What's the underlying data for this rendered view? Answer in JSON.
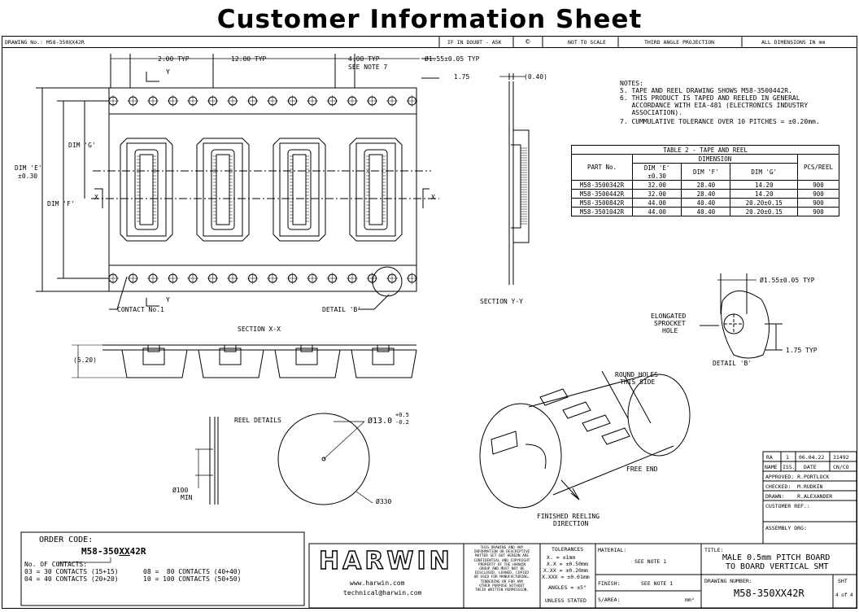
{
  "title": "Customer Information Sheet",
  "header": {
    "drawing_no": "DRAWING No.: M58-350XX42R",
    "if_in_doubt": "IF IN DOUBT - ASK",
    "copyright_symbol": "©",
    "not_to_scale": "NOT TO SCALE",
    "projection": "THIRD ANGLE PROJECTION",
    "dimensions": "ALL DIMENSIONS IN mm"
  },
  "tape_dims": {
    "pitch_2": "2.00 TYP",
    "pitch_12": "12.00 TYP",
    "pitch_4": "4.00 TYP",
    "see_note_7": "SEE NOTE 7",
    "hole_dia": "Ø1.55±0.05 TYP",
    "edge": "1.75",
    "thickness": "(0.40)",
    "dim_e": "DIM 'E'",
    "dim_e_tol": "±0.30",
    "dim_f": "DIM 'F'",
    "dim_g": "DIM 'G'",
    "y_label": "Y",
    "x_label": "X",
    "contact_no1": "CONTACT No.1",
    "detail_b_ref": "DETAIL 'B'",
    "section_xx": "SECTION X-X",
    "section_yy": "SECTION Y-Y",
    "depth": "(5.20)"
  },
  "notes": [
    "NOTES:",
    "5. TAPE AND REEL DRAWING SHOWS M58-3500442R.",
    "6. THIS PRODUCT IS TAPED AND REELED IN GENERAL",
    "   ACCORDANCE WITH EIA-481 (ELECTRONICS INDUSTRY",
    "   ASSOCIATION).",
    "7. CUMMULATIVE TOLERANCE OVER 10 PITCHES = ±0.20mm."
  ],
  "table2": {
    "title": "TABLE 2 - TAPE AND REEL",
    "part_no": "PART No.",
    "dimension": "DIMENSION",
    "dim_e": "DIM 'E'",
    "dim_e_tol": "±0.30",
    "dim_f": "DIM 'F'",
    "dim_g": "DIM 'G'",
    "pcs": "PCS/REEL",
    "rows": [
      {
        "part": "M58-3500342R",
        "e": "32.00",
        "f": "28.40",
        "g": "14.20",
        "pcs": "900"
      },
      {
        "part": "M58-3500442R",
        "e": "32.00",
        "f": "28.40",
        "g": "14.20",
        "pcs": "900"
      },
      {
        "part": "M58-3500842R",
        "e": "44.00",
        "f": "40.40",
        "g": "20.20±0.15",
        "pcs": "900"
      },
      {
        "part": "M58-3501042R",
        "e": "44.00",
        "f": "40.40",
        "g": "20.20±0.15",
        "pcs": "900"
      }
    ]
  },
  "detail_b": {
    "dia": "Ø1.55±0.05 TYP",
    "elongated": [
      "ELONGATED",
      "SPROCKET",
      "HOLE"
    ],
    "edge": "1.75 TYP",
    "label": "DETAIL 'B'"
  },
  "reel": {
    "details": "REEL DETAILS",
    "hub_dia": "Ø13.0",
    "hub_tol_plus": "+0.5",
    "hub_tol_minus": "-0.2",
    "dia100": "Ø100",
    "min": "MIN",
    "dia330": "Ø330",
    "round_holes": [
      "ROUND HOLES",
      "THIS SIDE"
    ],
    "free_end": "FREE END",
    "finished": [
      "FINISHED REELING",
      "DIRECTION"
    ]
  },
  "order_code": {
    "title": "ORDER CODE:",
    "code_prefix": "M58-350",
    "code_xx": "XX",
    "code_suffix": "42R",
    "contacts_label": "No. OF CONTACTS:",
    "opts": [
      "03 = 30 CONTACTS (15+15)",
      "04 = 40 CONTACTS (20+20)",
      "08 =  80 CONTACTS (40+40)",
      "10 = 100 CONTACTS (50+50)"
    ]
  },
  "title_block": {
    "logo": "HARWIN",
    "web": "www.harwin.com",
    "email": "technical@harwin.com",
    "disclaimer": [
      "THIS DRAWING AND ANY",
      "INFORMATION OR DESCRIPTIVE",
      "MATTER SET OUT HEREON ARE",
      "CONFIDENTIAL AND COPYRIGHT",
      "PROPERTY OF THE HARWIN",
      "GROUP AND MUST NOT BE",
      "DISCLOSED, LOANED, COPIED",
      "OR USED FOR MANUFACTURING,",
      "TENDERING OR FOR ANY",
      "OTHER PURPOSE WITHOUT",
      "THEIR WRITTEN PERMISSION."
    ],
    "tolerances": "TOLERANCES",
    "tol_lines": [
      "X.  = ±1mm",
      "X.X = ±0.50mm",
      "X.XX = ±0.20mm",
      "X.XXX = ±0.01mm"
    ],
    "angles": "ANGLES = ±5°",
    "unless": "UNLESS STATED",
    "material_label": "MATERIAL:",
    "material": "SEE NOTE 1",
    "finish_label": "FINISH:",
    "finish": "SEE NOTE 1",
    "sarea_label": "S/AREA:",
    "sarea_unit": "mm²",
    "title_label": "TITLE:",
    "title_lines": [
      "MALE 0.5mm PITCH BOARD",
      "TO BOARD VERTICAL SMT"
    ],
    "drawing_number_label": "DRAWING NUMBER:",
    "drawing_number": "M58-350XX42R",
    "sht_label": "SHT",
    "sht": "4 of 4",
    "rev": {
      "name": "RA",
      "iss": "1",
      "date": "06.04.22",
      "cnco": "31492"
    },
    "rev_headers": {
      "name": "NAME",
      "iss": "ISS.",
      "date": "DATE",
      "cnco": "CN/CO"
    },
    "approved": "APPROVED: R.PORTLOCK",
    "checked": "CHECKED:  M.RUDKIN",
    "drawn": "DRAWN:    R.ALEXANDER",
    "customer_ref": "CUSTOMER REF.:",
    "assembly_drg": "ASSEMBLY DRG:"
  }
}
